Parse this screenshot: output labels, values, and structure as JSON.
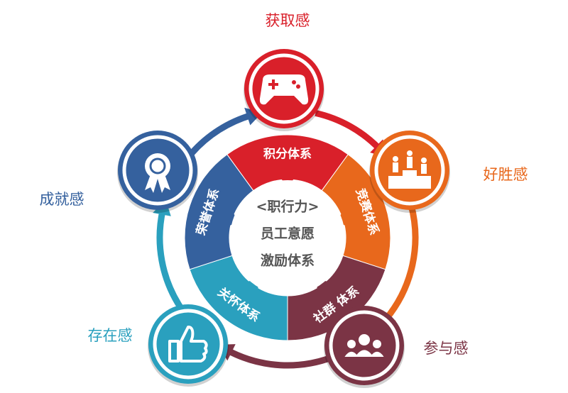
{
  "center": {
    "lines": [
      "<职行力>",
      "员工意愿",
      "激励体系"
    ]
  },
  "segments": [
    {
      "label": "积分体系",
      "color": "#d9202a"
    },
    {
      "label": "竞赛体系",
      "color": "#e8681c"
    },
    {
      "label": "社群 体系",
      "color": "#7b3445"
    },
    {
      "label": "关怀体系",
      "color": "#2aa0be"
    },
    {
      "label": "荣誉体系",
      "color": "#35619e"
    }
  ],
  "nodes": [
    {
      "label": "获取感",
      "icon": "gamepad-icon",
      "color": "#d9202a"
    },
    {
      "label": "好胜感",
      "icon": "podium-icon",
      "color": "#e8681c"
    },
    {
      "label": "参与感",
      "icon": "group-icon",
      "color": "#7b3445"
    },
    {
      "label": "存在感",
      "icon": "thumbs-up-icon",
      "color": "#2aa0be"
    },
    {
      "label": "成就感",
      "icon": "award-ribbon-icon",
      "color": "#35619e"
    }
  ]
}
